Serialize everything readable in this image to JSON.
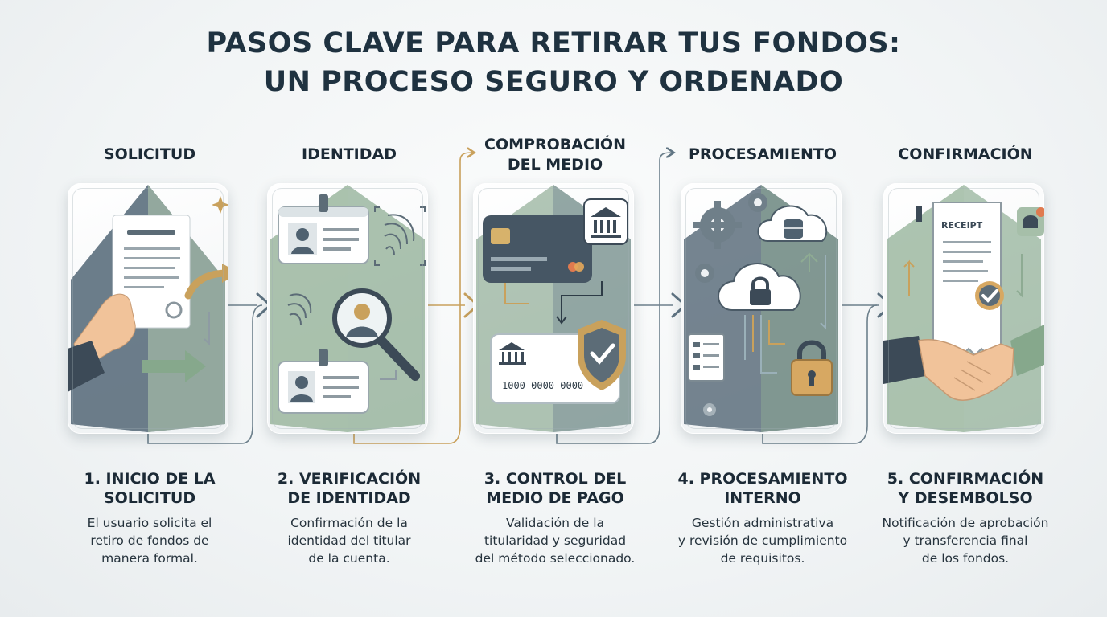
{
  "title": {
    "line1": "PASOS CLAVE PARA RETIRAR TUS FONDOS:",
    "line2": "UN PROCESO SEGURO Y ORDENADO"
  },
  "steps": [
    {
      "label_lines": [
        "SOLICITUD"
      ],
      "heading_lines": [
        "1. INICIO DE LA",
        "SOLICITUD"
      ],
      "description_lines": [
        "El usuario solicita el",
        "retiro de fondos de",
        "manera formal."
      ],
      "icons": [
        "document-icon",
        "hand-icon",
        "curved-arrow-icon",
        "right-arrow-icon",
        "seal-icon",
        "sparkle-icon"
      ]
    },
    {
      "label_lines": [
        "IDENTIDAD"
      ],
      "heading_lines": [
        "2. VERIFICACIÓN",
        "DE IDENTIDAD"
      ],
      "description_lines": [
        "Confirmación de la",
        "identidad del titular",
        "de la cuenta."
      ],
      "icons": [
        "id-card-icon",
        "fingerprint-icon",
        "magnifier-icon",
        "user-icon",
        "scan-frame-icon"
      ]
    },
    {
      "label_lines": [
        "COMPROBACIÓN",
        "DEL MEDIO"
      ],
      "heading_lines": [
        "3. CONTROL DEL",
        "MEDIO DE PAGO"
      ],
      "description_lines": [
        "Validación de la",
        "titularidad y seguridad",
        "del método seleccionado."
      ],
      "icons": [
        "credit-card-icon",
        "bank-icon",
        "shield-check-icon",
        "bank-card-icon"
      ],
      "card_number": "1000 0000 0000"
    },
    {
      "label_lines": [
        "PROCESAMIENTO"
      ],
      "heading_lines": [
        "4. PROCESAMIENTO",
        "INTERNO"
      ],
      "description_lines": [
        "Gestión administrativa",
        "y revisión de cumplimiento",
        "de requisitos."
      ],
      "icons": [
        "gear-icon",
        "cloud-database-icon",
        "cloud-lock-icon",
        "checklist-icon",
        "padlock-icon"
      ]
    },
    {
      "label_lines": [
        "CONFIRMACIÓN"
      ],
      "heading_lines": [
        "5. CONFIRMACIÓN",
        "Y DESEMBOLSO"
      ],
      "description_lines": [
        "Notificación de aprobación",
        "y transferencia final",
        "de los fondos."
      ],
      "icons": [
        "receipt-icon",
        "bell-notification-icon",
        "check-badge-icon",
        "handshake-icon"
      ],
      "receipt_label": "RECEIPT"
    }
  ],
  "colors": {
    "sage": "#86a88c",
    "slate": "#4f6170",
    "gold": "#c9a15c",
    "ink": "#1f3240"
  }
}
